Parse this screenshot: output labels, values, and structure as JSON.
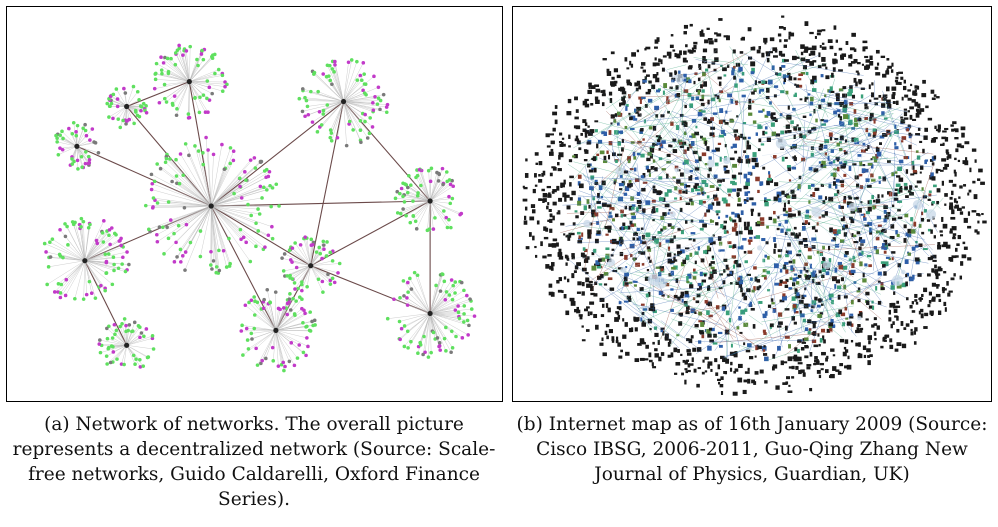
{
  "figure": {
    "subfigures": [
      {
        "id": "a",
        "caption": "(a) Network of networks. The overall picture represents a decentralized network (Source: Scale-free networks, Guido Caldarelli, Oxford Finance Series).",
        "node_colors": [
          "#5fe05f",
          "#c23ac9",
          "#7a7a7a",
          "#222222"
        ]
      },
      {
        "id": "b",
        "caption": "(b) Internet map as of 16th January 2009 (Source: Cisco IBSG, 2006-2011, Guo-Qing Zhang New Journal of Physics, Guardian, UK)",
        "colors": [
          "#1a1a1a",
          "#2e5fa8",
          "#3aa07a",
          "#8a3a2a",
          "#c8d8e8",
          "#5a8a3a"
        ]
      }
    ]
  }
}
